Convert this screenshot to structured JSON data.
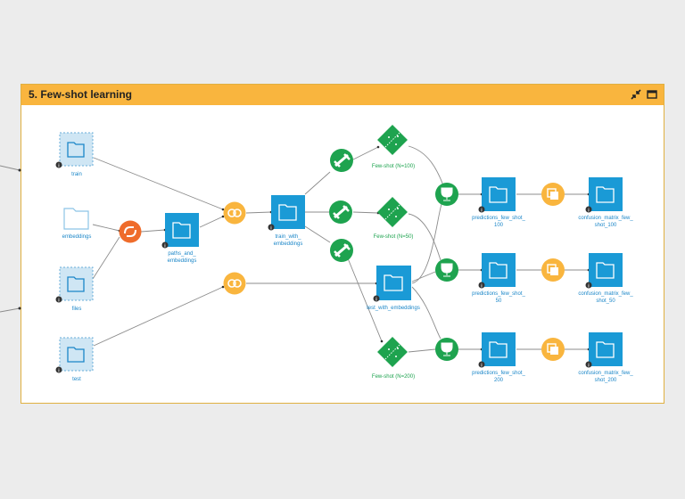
{
  "zone": {
    "title": "5. Few-shot learning",
    "collapse_icon": "collapse-arrows-icon",
    "maximize_icon": "window-icon"
  },
  "colors": {
    "header": "#f9b53e",
    "dataset": "#1a9ad6",
    "recipe_green": "#1ea34f",
    "recipe_orange": "#f9b53e",
    "python": "#ef6c2b",
    "label_green": "#1ea34f",
    "label_blue": "#1a86c8"
  },
  "datasets": {
    "train": "train",
    "embeddings": "embeddings",
    "files": "files",
    "test": "test",
    "paths_1": "paths_and_",
    "paths_2": "embeddings",
    "train_emb_1": "train_with_",
    "train_emb_2": "embeddings",
    "test_emb": "test_with_embeddings",
    "pred100_1": "predictions_few_shot_",
    "pred100_2": "100",
    "pred50_1": "predictions_few_shot_",
    "pred50_2": "50",
    "pred200_1": "predictions_few_shot_",
    "pred200_2": "200",
    "cm100_1": "confusion_matrix_few_",
    "cm100_2": "shot_100",
    "cm50_1": "confusion_matrix_few_",
    "cm50_2": "shot_50",
    "cm200_1": "confusion_matrix_few_",
    "cm200_2": "shot_200"
  },
  "models": {
    "m100": "Few-shot (N=100)",
    "m50": "Few-shot (N=50)",
    "m200": "Few-shot (N=200)"
  }
}
